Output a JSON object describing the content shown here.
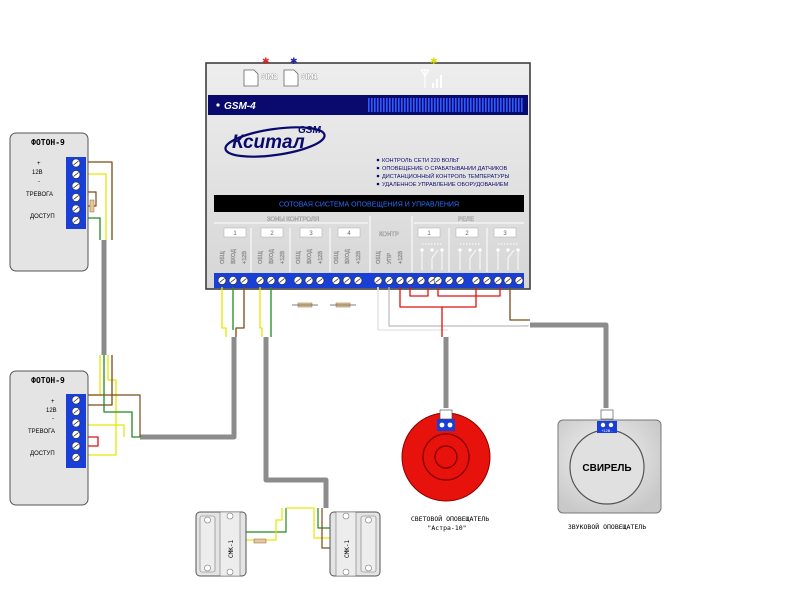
{
  "device": {
    "model": "GSM-4",
    "brand": "Кситал",
    "brand_sup": "GSM",
    "sim2": "SIM2",
    "sim1": "SIM1",
    "features": [
      "КОНТРОЛЬ СЕТИ 220 ВОЛЬТ",
      "ОПОВЕЩЕНИЕ О СРАБАТЫВАНИИ ДАТЧИКОВ",
      "ДИСТАНЦИОННЫЙ КОНТРОЛЬ ТЕМПЕРАТУРЫ",
      "УДАЛЕННОЕ УПРАВЛЕНИЕ ОБОРУДОВАНИЕМ"
    ],
    "banner": "СОТОВАЯ СИСТЕМА ОПОВЕЩЕНИЯ И УПРАВЛЕНИЯ",
    "zones_title": "ЗОНЫ КОНТРОЛЯ",
    "control_title": "КОНТР",
    "relay_title": "РЕЛЕ",
    "zone_numbers": [
      "1",
      "2",
      "3",
      "4"
    ],
    "relay_numbers": [
      "1",
      "2",
      "3"
    ],
    "zone_terminals": [
      "ОБЩ",
      "ВХОД",
      "+12В"
    ],
    "control_terminals": [
      "ОБЩ",
      "УПР",
      "+12В"
    ]
  },
  "sensors": {
    "top": {
      "name": "ФОТОН-9",
      "plus": "+",
      "v12": "12В",
      "minus": "-",
      "alarm": "ТРЕВОГА",
      "access": "ДОСТУП"
    },
    "bottom": {
      "name": "ФОТОН-9",
      "plus": "+",
      "v12": "12В",
      "minus": "-",
      "alarm": "ТРЕВОГА",
      "access": "ДОСТУП"
    }
  },
  "smk": {
    "left": "СМК-1",
    "right": "СМК-1"
  },
  "siren": {
    "name": "СВИРЕЛЬ",
    "terminal": "+12В -",
    "caption": "ЗВУКОВОЙ ОПОВЕЩАТЕЛЬ"
  },
  "strobe": {
    "caption1": "СВЕТОВОЙ ОПОВЕЩАТЕЛЬ",
    "caption2": "\"Астра-10\""
  },
  "colors": {
    "device_body": "#e4e4e4",
    "banner": "#000000",
    "model_bar": "#0a0a6e",
    "cable": "#8c8c8c",
    "strobe": "#e8120c",
    "terminal_block": "#1a3fd6"
  }
}
